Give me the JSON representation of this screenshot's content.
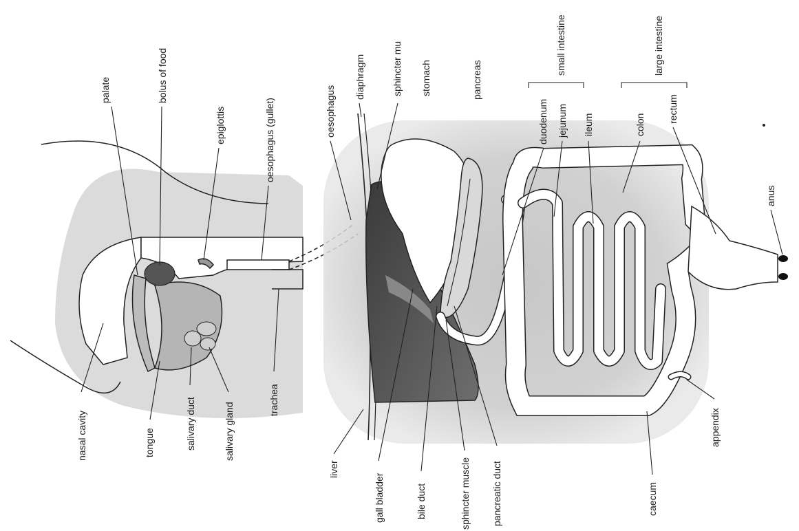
{
  "labels_top": {
    "palate": "palate",
    "bolus_of_food": "bolus of food",
    "epiglottis": "epiglottis",
    "oesophagus_gullet": "oesophagus (gullet)",
    "oesophagus": "oesophagus",
    "diaphragm": "diaphragm",
    "sphincter_muscle_top": "sphincter mu",
    "stomach": "stomach",
    "pancreas": "pancreas",
    "duodenum": "duodenum",
    "jejunum": "jejunum",
    "ileum": "ileum",
    "small_intestine": "small intestine",
    "colon": "colon",
    "rectum": "rectum",
    "large_intestine": "large intestine",
    "anus": "anus"
  },
  "labels_bottom": {
    "nasal_cavity": "nasal cavity",
    "tongue": "tongue",
    "salivary_duct": "salivary duct",
    "salivary_gland": "salivary gland",
    "trachea": "trachea",
    "liver": "liver",
    "gall_bladder": "gall bladder",
    "bile_duct": "bile duct",
    "sphincter_muscle": "sphincter muscle",
    "pancreatic_duct": "pancreatic duct",
    "caecum": "caecum",
    "appendix": "appendix"
  }
}
